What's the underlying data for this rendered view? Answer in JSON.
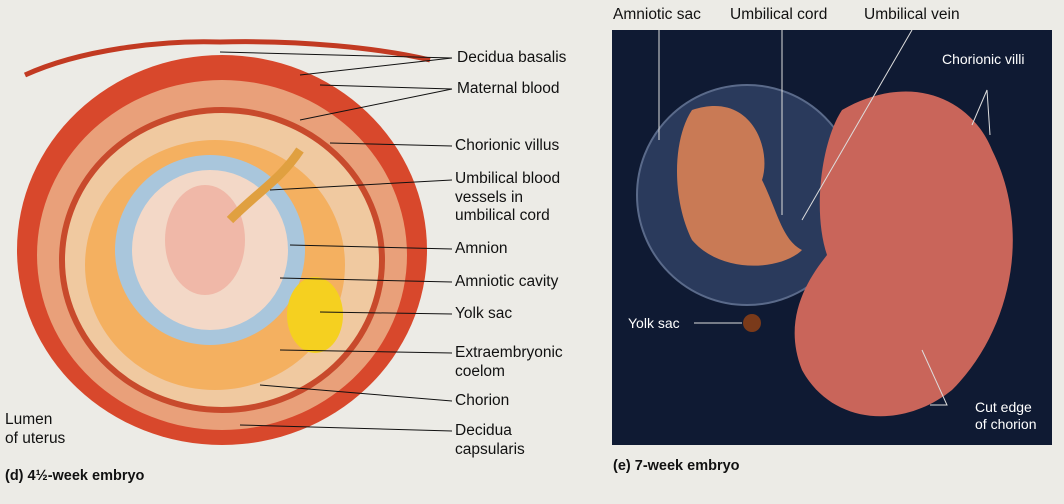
{
  "panel_d": {
    "caption": "(d) 4½-week embryo",
    "labels": {
      "decidua_basalis": "Decidua basalis",
      "maternal_blood": "Maternal blood",
      "chorionic_villus": "Chorionic villus",
      "umbilical_vessels_1": "Umbilical blood",
      "umbilical_vessels_2": "vessels in",
      "umbilical_vessels_3": "umbilical cord",
      "amnion": "Amnion",
      "amniotic_cavity": "Amniotic cavity",
      "yolk_sac": "Yolk sac",
      "coelom_1": "Extraembryonic",
      "coelom_2": "coelom",
      "chorion": "Chorion",
      "decidua_capsularis_1": "Decidua",
      "decidua_capsularis_2": "capsularis",
      "lumen_1": "Lumen",
      "lumen_2": "of uterus"
    }
  },
  "panel_e": {
    "caption": "(e) 7-week embryo",
    "labels": {
      "amniotic_sac": "Amniotic sac",
      "umbilical_cord": "Umbilical cord",
      "umbilical_vein": "Umbilical vein",
      "chorionic_villi": "Chorionic villi",
      "yolk_sac": "Yolk sac",
      "cut_edge_1": "Cut edge",
      "cut_edge_2": "of chorion"
    }
  }
}
